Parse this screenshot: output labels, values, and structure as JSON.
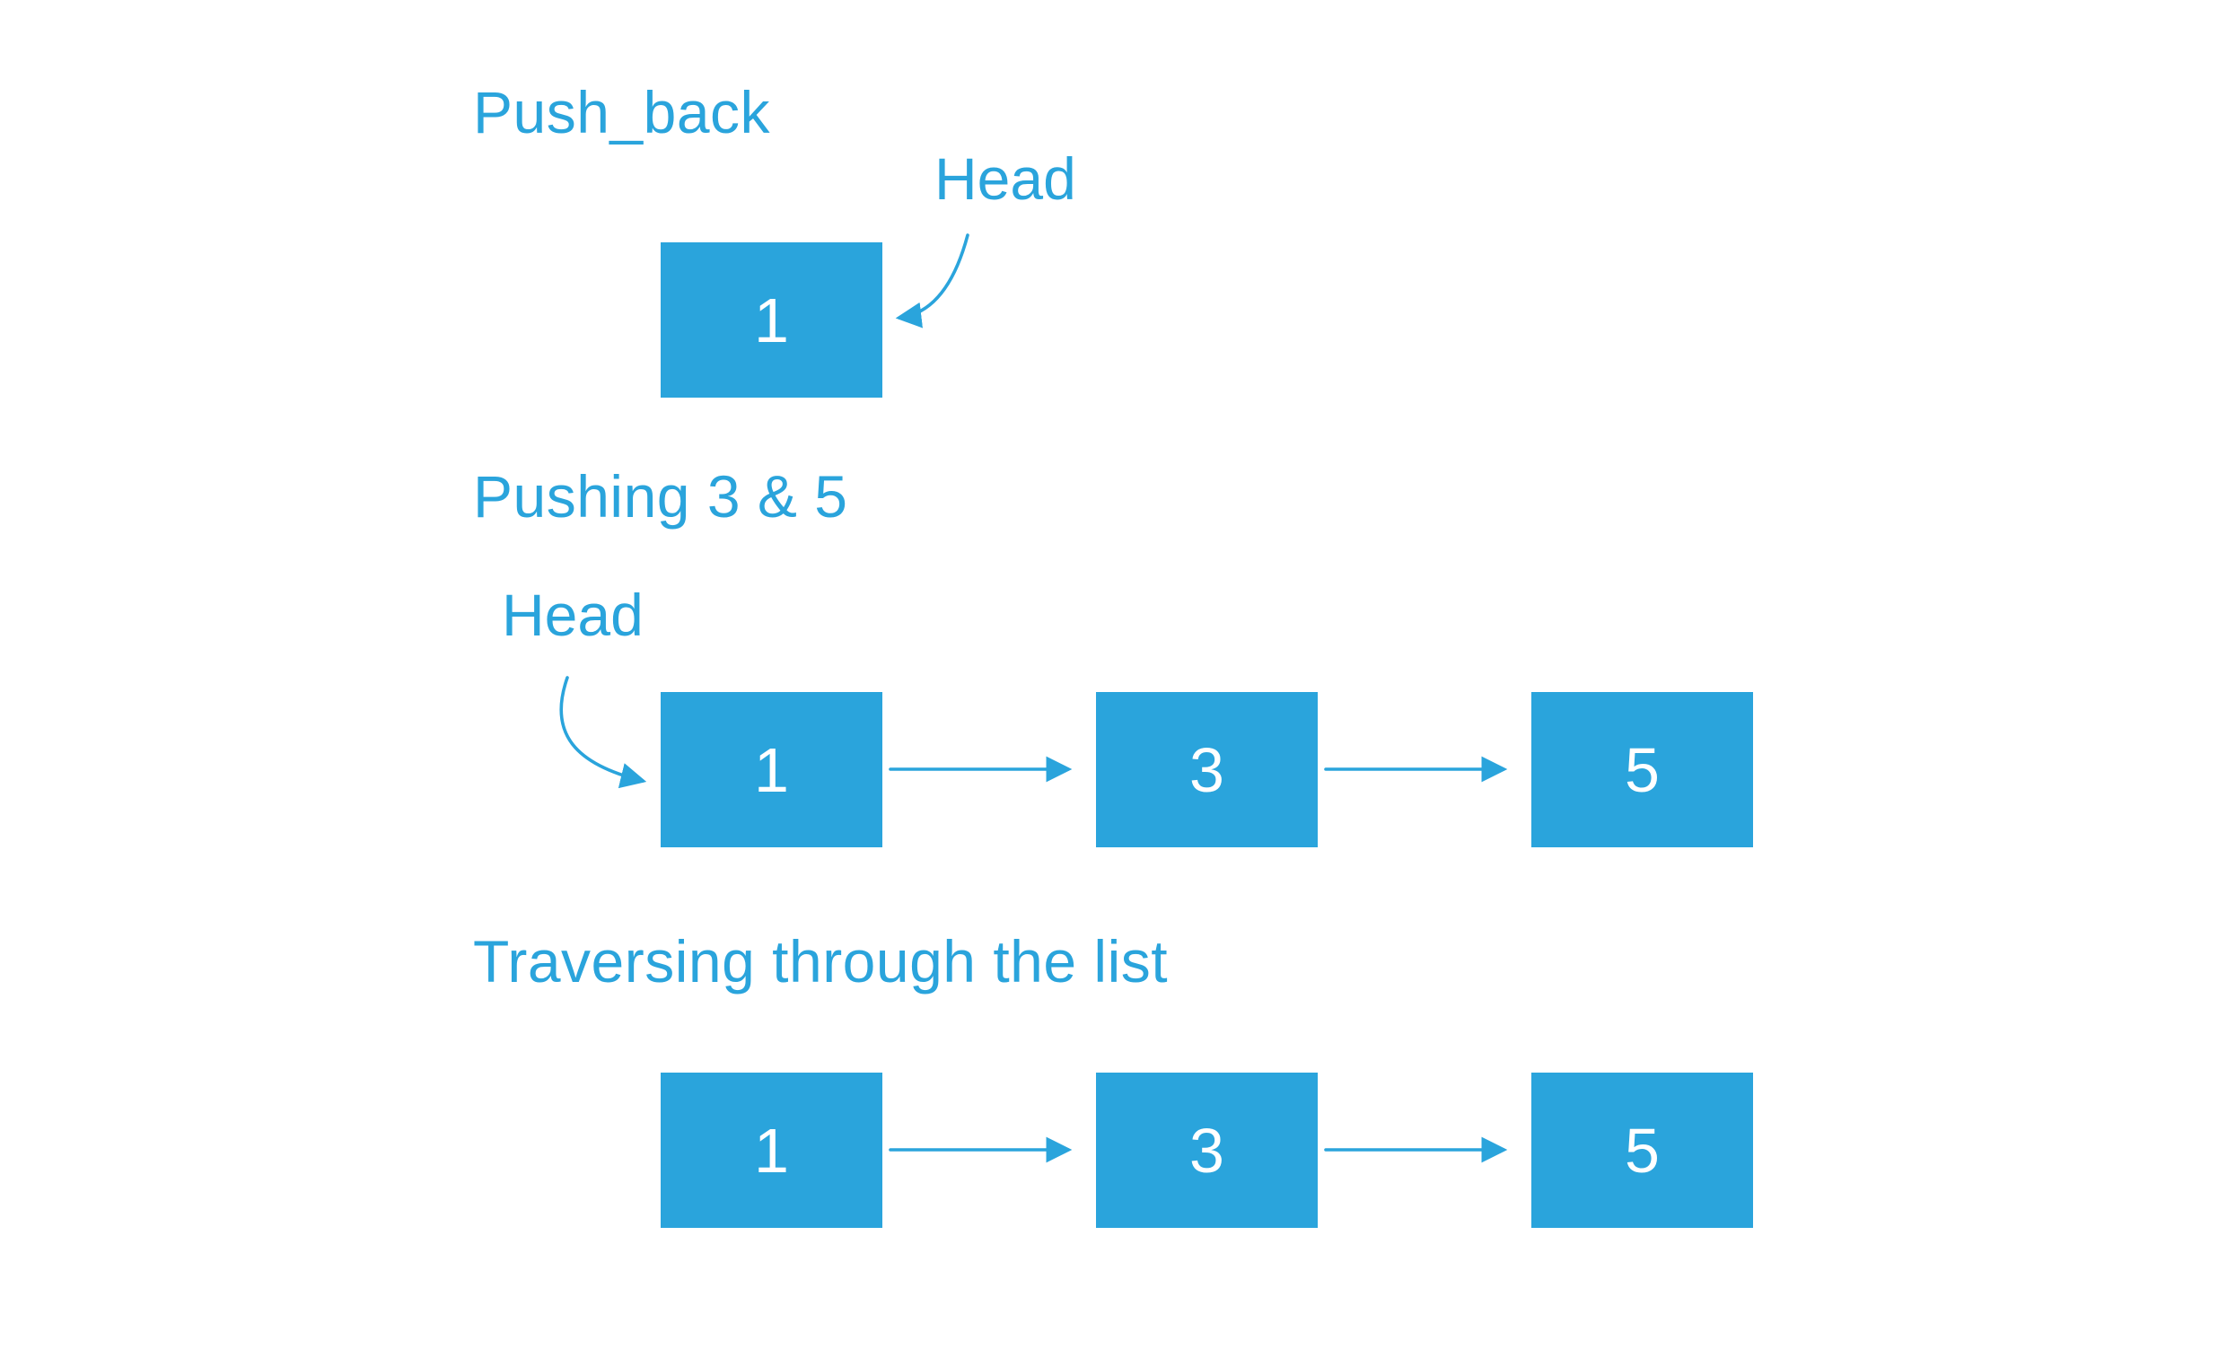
{
  "colors": {
    "accent": "#2aa4dc",
    "node_text": "#ffffff",
    "background": "#ffffff"
  },
  "sections": [
    {
      "title": "Push_back",
      "head_label": "Head",
      "nodes": [
        "1"
      ]
    },
    {
      "title": "Pushing 3 & 5",
      "head_label": "Head",
      "nodes": [
        "1",
        "3",
        "5"
      ]
    },
    {
      "title": "Traversing through the list",
      "nodes": [
        "1",
        "3",
        "5"
      ]
    }
  ]
}
